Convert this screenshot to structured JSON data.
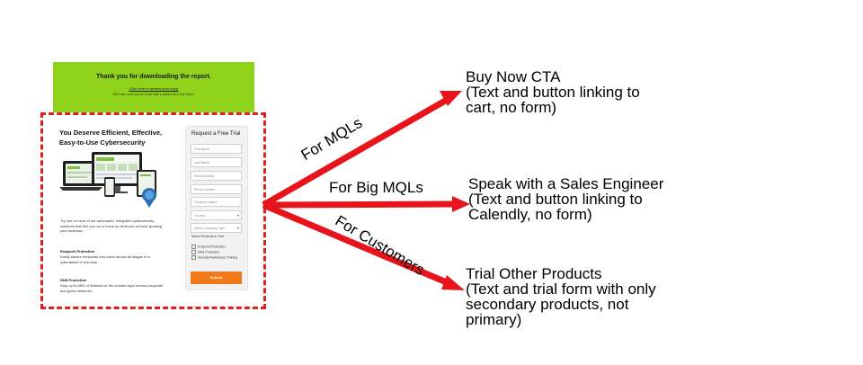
{
  "banner": {
    "title": "Thank you for downloading the report.",
    "link_line": "Click here to access your copy.",
    "note": "We'll also send you an email with a direct link to the report."
  },
  "landing": {
    "heading_line1": "You Deserve Efficient, Effective,",
    "heading_line2": "Easy-to-Use Cybersecurity",
    "intro": "Try one or more of our automated, integrated cybersecurity solutions that free you up to focus on what you do best: growing your business.",
    "endpoint_title": "Endpoint Protection",
    "endpoint_text": "Easily secure endpoints and users across all stages of a cyberattack in real time.",
    "dns_title": "DNS Protection",
    "dns_text": "Stop up to 88% of malware at the domain layer across corporate and guest networks."
  },
  "form": {
    "title": "Request a Free Trial",
    "fields": [
      "First Name",
      "Last Name",
      "Email Address",
      "Phone Number",
      "Company Name"
    ],
    "country_select": "Country...",
    "company_type_select": "Select Company Type",
    "products_label": "Select Products to Trial",
    "products": [
      "Endpoint Protection",
      "DNS Protection",
      "Security Awareness Training"
    ],
    "submit": "Submit"
  },
  "edges": {
    "mqls": "For MQLs",
    "big_mqls": "For Big MQLs",
    "customers": "For Customers"
  },
  "outcomes": {
    "buy_now": {
      "title": "Buy Now CTA",
      "line1": "(Text and button linking to",
      "line2": "cart, no form)"
    },
    "sales_engineer": {
      "title": "Speak with a Sales Engineer",
      "line1": "(Text and button linking to",
      "line2": "Calendly, no form)"
    },
    "trial_other": {
      "title": "Trial Other Products",
      "line1": "(Text and trial form with only",
      "line2": "secondary products, not",
      "line3": "primary)"
    }
  },
  "colors": {
    "arrow": "#e8141b",
    "dashed_border": "#e02020",
    "banner": "#8fd31a",
    "submit": "#f07a1a"
  }
}
